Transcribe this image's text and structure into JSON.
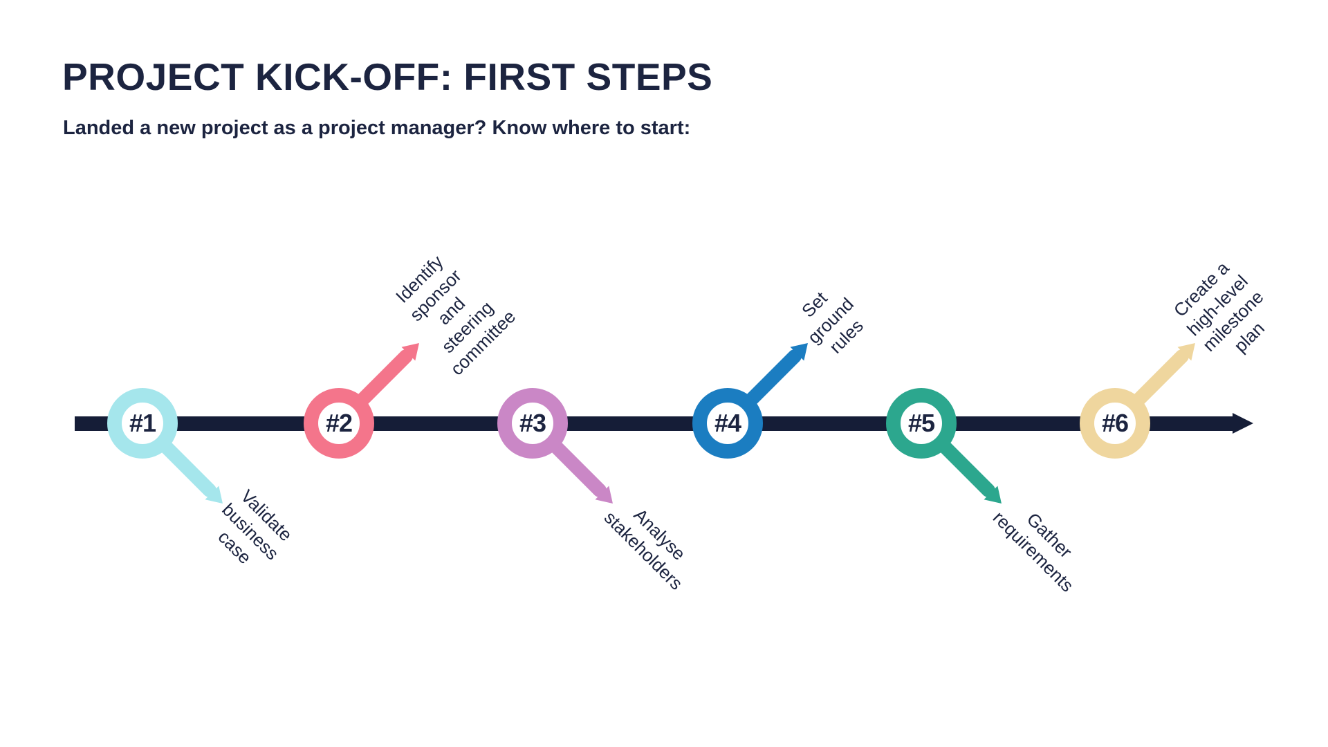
{
  "page": {
    "title": "PROJECT KICK-OFF: FIRST STEPS",
    "subtitle": "Landed a new project as a project manager? Know where to start:"
  },
  "colors": {
    "ink": "#1c2440",
    "line": "#151d37",
    "background": "#ffffff"
  },
  "timeline": {
    "direction": "left-to-right",
    "arrow_icon": "arrow-right-icon",
    "milestones": [
      {
        "number": "#1",
        "label": "Validate business case",
        "side": "below",
        "color": "#a5e6ec"
      },
      {
        "number": "#2",
        "label": "Identify sponsor and\nsteering committee",
        "side": "above",
        "color": "#f4758b"
      },
      {
        "number": "#3",
        "label": "Analyse stakeholders",
        "side": "below",
        "color": "#ca87c6"
      },
      {
        "number": "#4",
        "label": "Set ground rules",
        "side": "above",
        "color": "#1b7dc1"
      },
      {
        "number": "#5",
        "label": "Gather requirements",
        "side": "below",
        "color": "#2ca78e"
      },
      {
        "number": "#6",
        "label": "Create a high-level\nmilestone plan",
        "side": "above",
        "color": "#efd69e"
      }
    ]
  }
}
